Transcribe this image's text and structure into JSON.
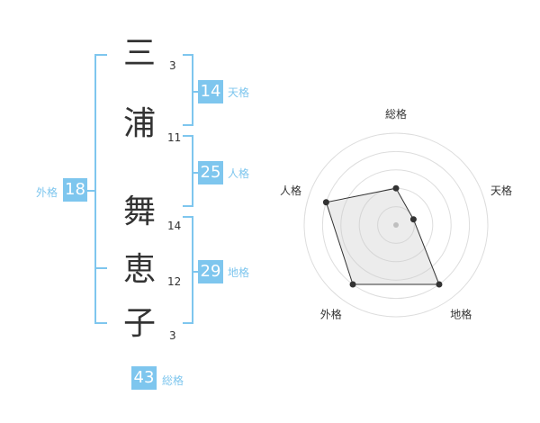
{
  "name_chars": [
    {
      "char": "三",
      "strokes": "3"
    },
    {
      "char": "浦",
      "strokes": "11"
    },
    {
      "char": "舞",
      "strokes": "14"
    },
    {
      "char": "恵",
      "strokes": "12"
    },
    {
      "char": "子",
      "strokes": "3"
    }
  ],
  "kaku": {
    "tenkaku": {
      "value": "14",
      "label": "天格"
    },
    "jinkaku": {
      "value": "25",
      "label": "人格"
    },
    "chikaku": {
      "value": "29",
      "label": "地格"
    },
    "gaikaku": {
      "value": "18",
      "label": "外格"
    },
    "soukaku": {
      "value": "43",
      "label": "総格"
    }
  },
  "colors": {
    "accent": "#7ec6ee",
    "text": "#333333"
  },
  "chart_data": {
    "type": "radar",
    "axes": [
      "総格",
      "天格",
      "地格",
      "外格",
      "人格"
    ],
    "values": [
      2,
      1,
      4,
      4,
      4
    ],
    "max": 5,
    "grid": true,
    "rings": 5
  }
}
